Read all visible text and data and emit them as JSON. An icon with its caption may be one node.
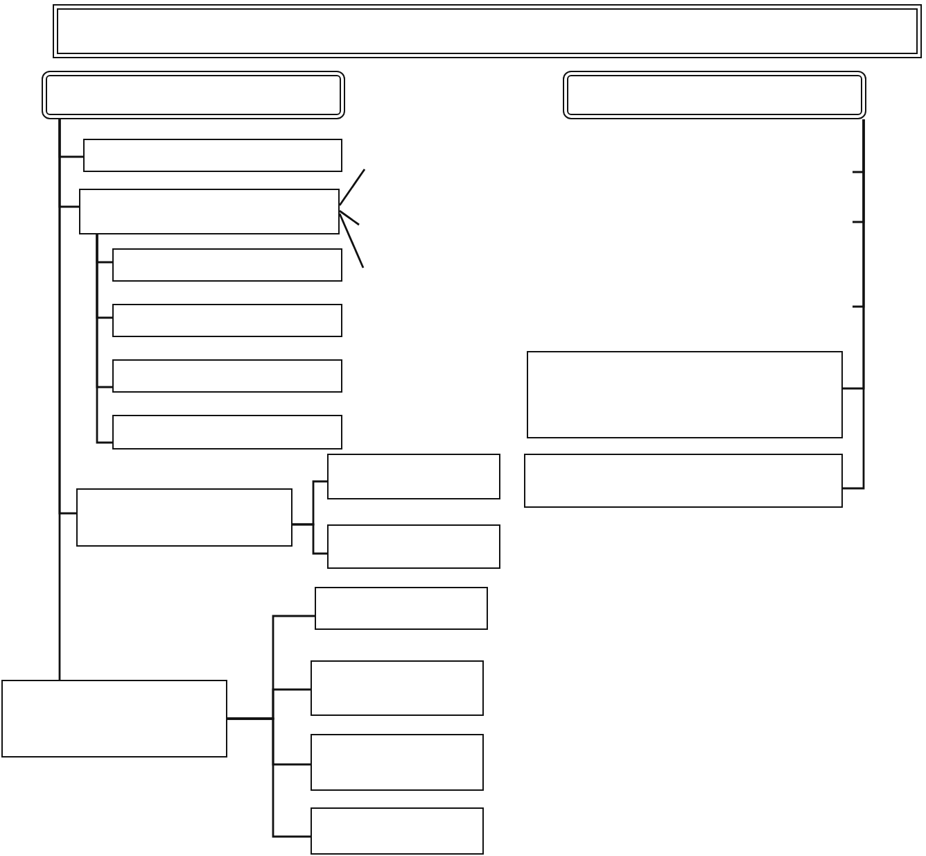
{
  "diagram": {
    "nodes": [
      {
        "text": [],
        "shape": "box"
      },
      {
        "text": [],
        "shape": "box"
      },
      {
        "text": [],
        "shape": "box"
      },
      {
        "text": [],
        "shape": "box"
      },
      {
        "text": [],
        "shape": "box"
      },
      {
        "text": [],
        "shape": "box"
      },
      {
        "text": [],
        "shape": "box"
      },
      {
        "text": [],
        "shape": "box"
      },
      {
        "text": [],
        "shape": "box"
      },
      {
        "text": [],
        "shape": "box"
      },
      {
        "text": [],
        "shape": "box"
      },
      {
        "text": [],
        "shape": "box"
      },
      {
        "text": [],
        "shape": "box"
      },
      {
        "text": [],
        "shape": "box"
      },
      {
        "text": [],
        "shape": "box"
      },
      {
        "text": [],
        "shape": "box"
      },
      {
        "text": [],
        "shape": "box"
      },
      {
        "text": [],
        "shape": "box"
      },
      {
        "text": [],
        "shape": "box"
      }
    ],
    "edges": [
      {
        "from": 1,
        "to": 3,
        "arrow": "none"
      },
      {
        "from": 1,
        "to": 4,
        "arrow": "none"
      },
      {
        "from": 1,
        "to": 9,
        "arrow": "none"
      },
      {
        "from": 1,
        "to": 12,
        "arrow": "none"
      },
      {
        "from": 4,
        "to": 5,
        "arrow": "none"
      },
      {
        "from": 4,
        "to": 6,
        "arrow": "none"
      },
      {
        "from": 4,
        "to": 7,
        "arrow": "none"
      },
      {
        "from": 4,
        "to": 8,
        "arrow": "none"
      },
      {
        "from": 9,
        "to": 10,
        "arrow": "none"
      },
      {
        "from": 9,
        "to": 11,
        "arrow": "none"
      },
      {
        "from": 12,
        "to": 13,
        "arrow": "none"
      },
      {
        "from": 12,
        "to": 14,
        "arrow": "none"
      },
      {
        "from": 12,
        "to": 15,
        "arrow": "none"
      },
      {
        "from": 12,
        "to": 16,
        "arrow": "none"
      },
      {
        "from": null,
        "to": 4,
        "arrow": "none"
      },
      {
        "from": null,
        "to": 4,
        "arrow": "none"
      },
      {
        "from": null,
        "to": 4,
        "arrow": "none"
      },
      {
        "from": 2,
        "to": null,
        "arrow": "none"
      },
      {
        "from": 2,
        "to": null,
        "arrow": "none"
      },
      {
        "from": 2,
        "to": null,
        "arrow": "none"
      },
      {
        "from": 2,
        "to": 17,
        "arrow": "none"
      },
      {
        "from": 2,
        "to": 18,
        "arrow": "none"
      }
    ]
  }
}
